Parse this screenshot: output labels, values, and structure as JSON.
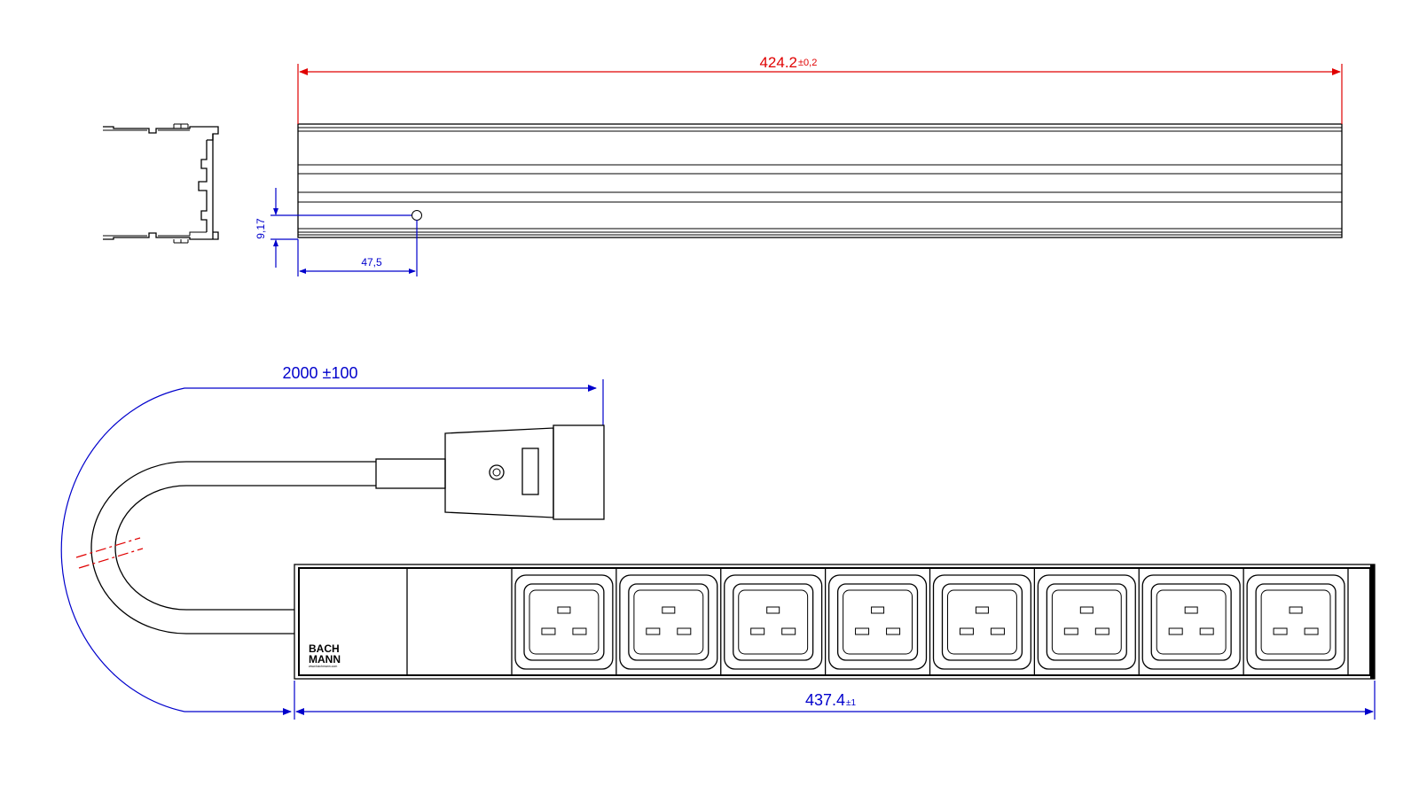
{
  "top_view": {
    "length_value": "424.2",
    "length_tolerance": "±0,2",
    "hole_height": "9,17",
    "hole_offset": "47,5"
  },
  "bottom_view": {
    "cable_length": "2000 ±100",
    "total_length": "437.4",
    "total_tolerance": "±1",
    "brand_line1": "BACH",
    "brand_line2": "MANN",
    "brand_url": "www.bachmann.com",
    "outlet_count": 8
  },
  "colors": {
    "dimension_red": "#e00000",
    "dimension_blue": "#0000cc",
    "outline": "#000000"
  }
}
